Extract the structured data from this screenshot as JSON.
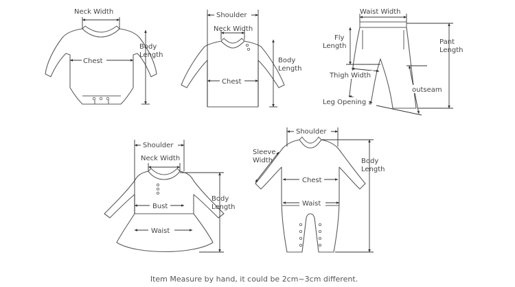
{
  "bodysuit": {
    "neck_width": "Neck Width",
    "chest": "Chest",
    "body_length_1": "Body",
    "body_length_2": "Length"
  },
  "tshirt": {
    "shoulder": "Shoulder",
    "neck_width": "Neck Width",
    "chest": "Chest",
    "body_length_1": "Body",
    "body_length_2": "Length"
  },
  "pants": {
    "waist_width": "Waist Width",
    "fly_length_1": "Fly",
    "fly_length_2": "Length",
    "pant_length_1": "Pant",
    "pant_length_2": "Length",
    "thigh_width": "Thigh Width",
    "outseam": "outseam",
    "leg_opening": "Leg Opening"
  },
  "dress": {
    "shoulder": "Shoulder",
    "neck_width": "Neck Width",
    "bust": "Bust",
    "waist": "Waist",
    "body_length_1": "Body",
    "body_length_2": "Length"
  },
  "romper": {
    "shoulder": "Shoulder",
    "sleeve_width_1": "Sleeve",
    "sleeve_width_2": "Width",
    "chest": "Chest",
    "waist": "Waist",
    "body_length_1": "Body",
    "body_length_2": "Length"
  },
  "caption": "Item Measure by hand, it could be 2cm~3cm different."
}
